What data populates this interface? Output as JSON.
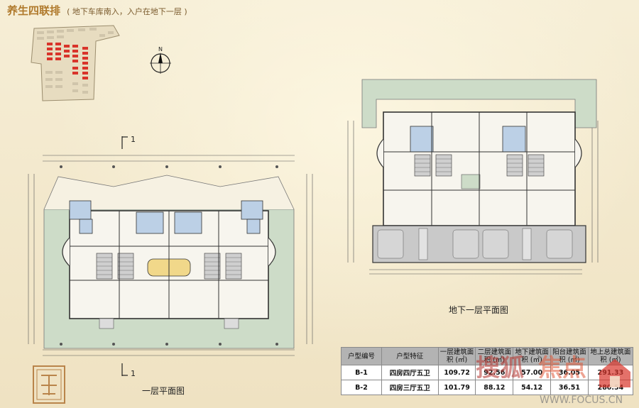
{
  "title": {
    "main": "养生四联排",
    "sub": "( 地下车库南入，入户在地下一层 )"
  },
  "plans": {
    "basement_label": "地下一层平面图",
    "ground_label": "一层平面图",
    "section_mark_top": "1",
    "section_mark_bottom": "1"
  },
  "spec_table": {
    "headers": [
      "户型编号",
      "户型特征",
      "一层建筑面积 (㎡)",
      "二层建筑面积 (㎡)",
      "地下建筑面积 (㎡)",
      "阳台建筑面积 (㎡)",
      "地上总建筑面积 (㎡)"
    ],
    "rows": [
      [
        "B-1",
        "四房四厅五卫",
        "109.72",
        "92.56",
        "57.00",
        "36.05",
        "291.33"
      ],
      [
        "B-2",
        "四房三厅五卫",
        "101.79",
        "88.12",
        "54.12",
        "36.51",
        "280.54"
      ]
    ]
  },
  "watermark": {
    "brand": "搜狐焦点",
    "url": "WWW.FOCUS.CN"
  },
  "colors": {
    "background": "#f3e9cf",
    "title": "#b07a2c",
    "wall": "#3a3a3a",
    "room_blue": "#bcd0e6",
    "garden_green": "#cddcc8",
    "accent_red": "#d9342b"
  }
}
